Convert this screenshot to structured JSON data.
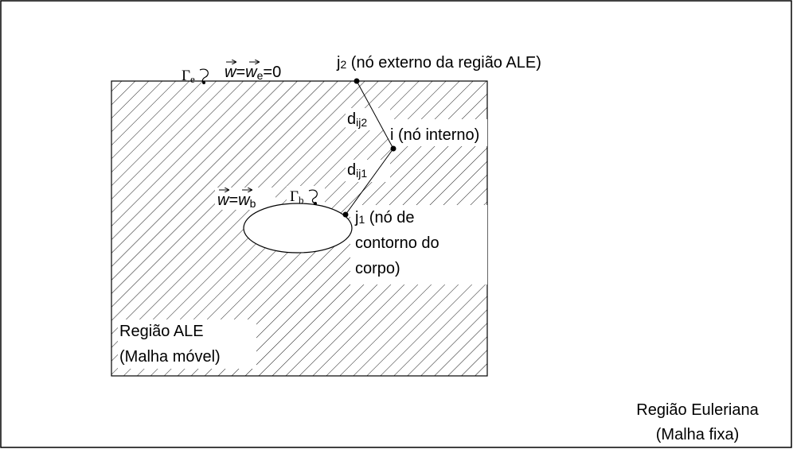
{
  "labels": {
    "gamma_e": "Γ",
    "gamma_e_sub": "e",
    "w_eq_we_zero": {
      "w": "w",
      "eq": "=",
      "we": "w",
      "we_sub": "e",
      "tail": "=0"
    },
    "j2_label": "j",
    "j2_sub": "2",
    "j2_desc": " (nó externo da região ALE)",
    "dij2": "d",
    "dij2_sub": "ij2",
    "i_label": "i (nó interno)",
    "dij1": "d",
    "dij1_sub": "ij1",
    "w_eq_wb": {
      "w": "w",
      "eq": "=",
      "wb": "w",
      "wb_sub": "b"
    },
    "gamma_b": "Γ",
    "gamma_b_sub": "b",
    "j1_label": "j",
    "j1_sub": "1",
    "j1_desc_line1": " (nó de",
    "j1_desc_line2": "contorno do",
    "j1_desc_line3": "corpo)",
    "ale_region_line1": "Região ALE",
    "ale_region_line2": "(Malha móvel)",
    "euler_region_line1": "Região Euleriana",
    "euler_region_line2": "(Malha fixa)"
  }
}
